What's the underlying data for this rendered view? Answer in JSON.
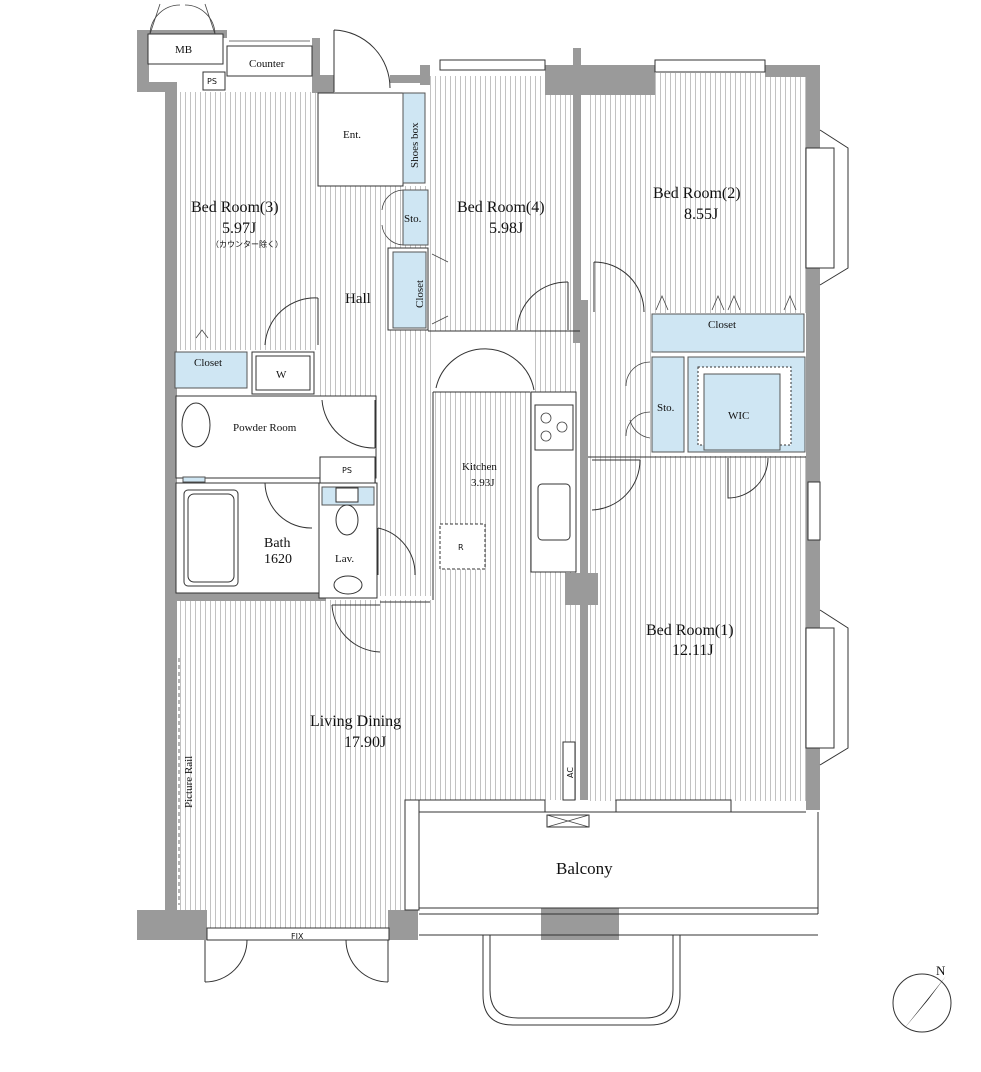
{
  "rooms": {
    "mb": "MB",
    "ps_top": "PS",
    "counter": "Counter",
    "entrance": "Ent.",
    "shoes_box": "Shoes box",
    "storage_hall": "Sto.",
    "closet_bed4": "Closet",
    "hall": "Hall",
    "bed3_name": "Bed Room(3)",
    "bed3_size": "5.97J",
    "bed3_note": "（カウンター除く）",
    "bed4_name": "Bed Room(4)",
    "bed4_size": "5.98J",
    "bed2_name": "Bed Room(2)",
    "bed2_size": "8.55J",
    "closet_bed2": "Closet",
    "storage_bed": "Sto.",
    "wic": "WIC",
    "closet_bed3": "Closet",
    "washer": "W",
    "powder_room": "Powder Room",
    "ps_mid": "PS",
    "bath_name": "Bath",
    "bath_size": "1620",
    "lav": "Lav.",
    "kitchen_name": "Kitchen",
    "kitchen_size": "3.93J",
    "fridge": "R",
    "bed1_name": "Bed Room(1)",
    "bed1_size": "12.11J",
    "living_name": "Living Dining",
    "living_size": "17.90J",
    "picture_rail": "Picture Rail",
    "ac": "AC",
    "balcony": "Balcony",
    "fix": "FIX"
  },
  "compass": {
    "north": "N"
  },
  "colors": {
    "wall": "#9a9a9a",
    "storage_fill": "#cfe6f3",
    "floor_stripe": "#bdbdbd"
  }
}
